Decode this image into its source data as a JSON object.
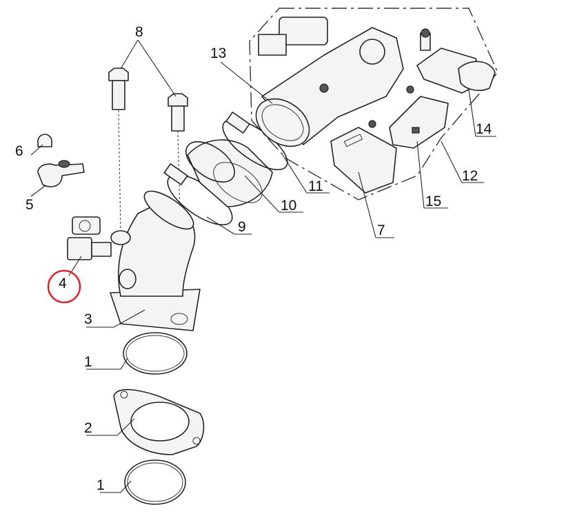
{
  "diagram": {
    "title": "Throttle body and intake manifold exploded view",
    "labels": {
      "p8": "8",
      "p13": "13",
      "p6": "6",
      "p5": "5",
      "p4": "4",
      "p3": "3",
      "p1a": "1",
      "p2": "2",
      "p1b": "1",
      "p11": "11",
      "p10": "10",
      "p9": "9",
      "p7": "7",
      "p15": "15",
      "p12": "12",
      "p14": "14"
    },
    "highlight": {
      "part": "4",
      "color": "#e0232a"
    }
  }
}
